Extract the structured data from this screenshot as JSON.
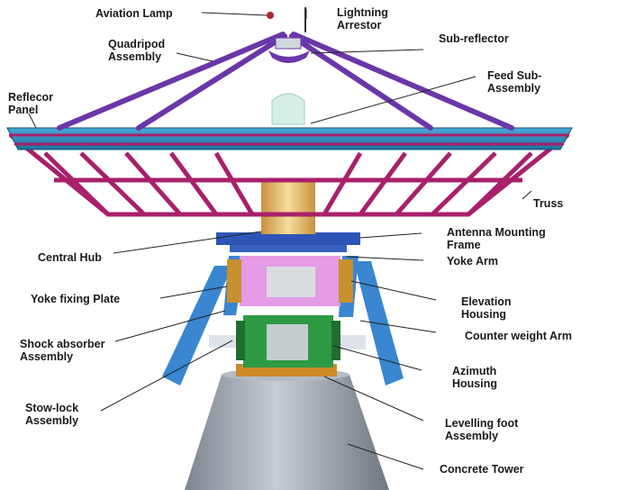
{
  "labels": {
    "aviation_lamp": "Aviation Lamp",
    "lightning_arrestor": "Lightning\nArrestor",
    "quadripod": "Quadripod\nAssembly",
    "sub_reflector": "Sub-reflector",
    "feed_sub": "Feed Sub-\nAssembly",
    "reflector_panel": "Reflecor\nPanel",
    "truss": "Truss",
    "central_hub": "Central Hub",
    "antenna_mounting_frame": "Antenna Mounting\nFrame",
    "yoke_arm": "Yoke Arm",
    "yoke_fixing_plate": "Yoke fixing Plate",
    "elevation_housing": "Elevation\nHousing",
    "shock_absorber": "Shock absorber\nAssembly",
    "counter_weight_arm": "Counter weight Arm",
    "azimuth_housing": "Azimuth\nHousing",
    "stow_lock": "Stow-lock\nAssembly",
    "levelling_foot": "Levelling foot\nAssembly",
    "concrete_tower": "Concrete Tower"
  },
  "colors": {
    "quadripod": "#6a36a8",
    "reflector": "#2f8fbf",
    "truss": "#a8206a",
    "hub": "#e8c070",
    "mount_frame": "#2d55b5",
    "yoke_arm": "#3a86d0",
    "elevation_housing": "#e59be6",
    "azimuth_housing": "#2e9a44",
    "tower": "#9aa2ab",
    "feed": "#d6efe6"
  }
}
